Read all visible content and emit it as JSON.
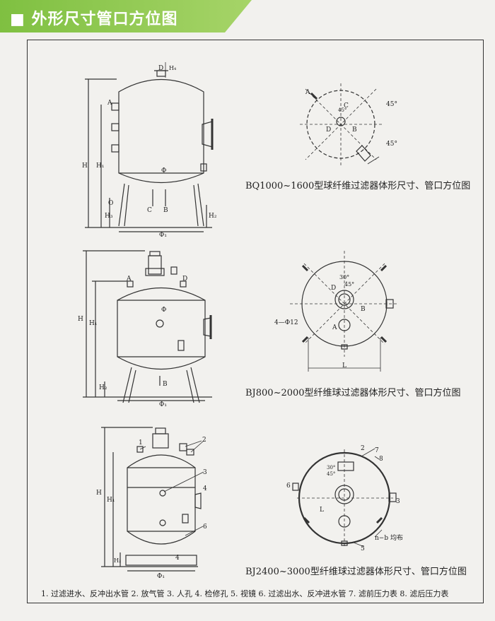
{
  "header": {
    "title": "外形尺寸管口方位图",
    "bullet": "■",
    "color": "#8cc63f"
  },
  "diagram1": {
    "caption": "BQ1000~1600型球纤维过滤器体形尺寸、管口方位图",
    "labels": {
      "D": "D",
      "H4": "H₄",
      "A": "A",
      "H": "H",
      "H1": "H₁",
      "phi": "Φ",
      "O": "O",
      "H3": "H₃",
      "C": "C",
      "B": "B",
      "H2": "H₂",
      "phi1": "Φ₁"
    },
    "plan": {
      "A": "A",
      "C": "C",
      "D": "D",
      "B": "B",
      "ang1": "45°",
      "ang2": "45°",
      "ang3": "45°"
    }
  },
  "diagram2": {
    "caption": "BJ800~2000型纤维球过滤器体形尺寸、管口方位图",
    "labels": {
      "A": "A",
      "D": "D",
      "H": "H",
      "H1": "H₁",
      "phi": "Φ",
      "H2": "H₂",
      "B": "B",
      "phi1": "Φ₁"
    },
    "plan": {
      "ang30": "30°",
      "ang45": "45°",
      "D": "D",
      "B": "B",
      "A": "A",
      "holes": "4—Φ12",
      "L": "L"
    }
  },
  "diagram3": {
    "caption": "BJ2400~3000型纤维球过滤器体形尺寸、管口方位图",
    "labels": {
      "n1": "1",
      "n2": "2",
      "n3": "3",
      "n4": "4",
      "n6": "6",
      "n4b": "4",
      "H": "H",
      "H1": "H₁",
      "H2": "H₂",
      "phi1": "Φ₁"
    },
    "plan": {
      "n2": "2",
      "n7": "7",
      "n8": "8",
      "ang30": "30°",
      "ang45": "45°",
      "n6": "6",
      "n3": "3",
      "L": "L",
      "n5": "5",
      "nb": "n−b 均布"
    }
  },
  "legend": "1. 过滤进水、反冲出水管   2. 放气管   3. 人孔   4. 检修孔   5. 视镜   6. 过滤出水、反冲进水管   7. 滤前压力表   8. 滤后压力表"
}
